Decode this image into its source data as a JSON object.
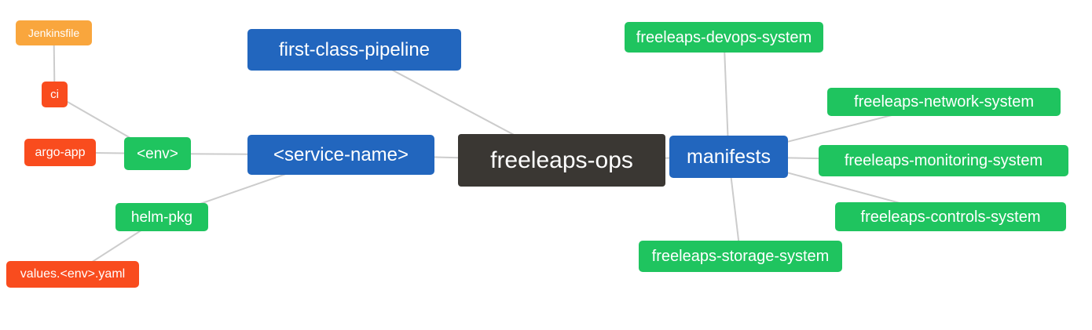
{
  "diagram": {
    "kind": "mindmap",
    "background": "#FFFFFF",
    "edge_color": "#CCCCCC",
    "edge_width": 2
  },
  "palette": {
    "blue": "#2266BE",
    "green": "#1FC45F",
    "orange": "#F9A63D",
    "red": "#F94C1E",
    "dark": "#3A3733",
    "text": "#FFFFFF"
  },
  "nodes": {
    "jenkinsfile": {
      "label": "Jenkinsfile",
      "color": "orange"
    },
    "ci": {
      "label": "ci",
      "color": "red"
    },
    "argo-app": {
      "label": "argo-app",
      "color": "red"
    },
    "env": {
      "label": "<env>",
      "color": "green"
    },
    "helm-pkg": {
      "label": "helm-pkg",
      "color": "green"
    },
    "values-env-yaml": {
      "label": "values.<env>.yaml",
      "color": "red"
    },
    "first-class-pipeline": {
      "label": "first-class-pipeline",
      "color": "blue"
    },
    "service-name": {
      "label": "<service-name>",
      "color": "blue"
    },
    "freeleaps-ops": {
      "label": "freeleaps-ops",
      "color": "dark"
    },
    "manifests": {
      "label": "manifests",
      "color": "blue"
    },
    "devops-system": {
      "label": "freeleaps-devops-system",
      "color": "green"
    },
    "network-system": {
      "label": "freeleaps-network-system",
      "color": "green"
    },
    "monitoring-system": {
      "label": "freeleaps-monitoring-system",
      "color": "green"
    },
    "controls-system": {
      "label": "freeleaps-controls-system",
      "color": "green"
    },
    "storage-system": {
      "label": "freeleaps-storage-system",
      "color": "green"
    }
  },
  "edges": [
    {
      "from": "jenkinsfile",
      "to": "ci"
    },
    {
      "from": "ci",
      "to": "env"
    },
    {
      "from": "argo-app",
      "to": "env"
    },
    {
      "from": "env",
      "to": "service-name"
    },
    {
      "from": "helm-pkg",
      "to": "service-name"
    },
    {
      "from": "values-env-yaml",
      "to": "helm-pkg"
    },
    {
      "from": "first-class-pipeline",
      "to": "freeleaps-ops"
    },
    {
      "from": "service-name",
      "to": "freeleaps-ops"
    },
    {
      "from": "freeleaps-ops",
      "to": "manifests"
    },
    {
      "from": "manifests",
      "to": "devops-system"
    },
    {
      "from": "manifests",
      "to": "network-system"
    },
    {
      "from": "manifests",
      "to": "monitoring-system"
    },
    {
      "from": "manifests",
      "to": "controls-system"
    },
    {
      "from": "manifests",
      "to": "storage-system"
    }
  ]
}
